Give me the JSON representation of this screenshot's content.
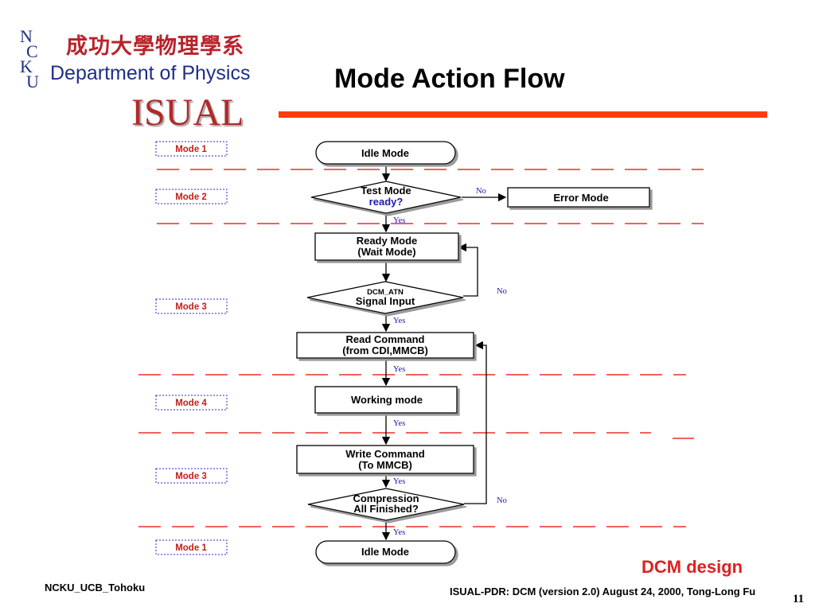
{
  "logo": {
    "university_zh": "成功大學物理學系",
    "department": "Department of Physics",
    "ncku_letters": [
      "N",
      "C",
      "K",
      "U"
    ],
    "project": "ISUAL"
  },
  "title": "Mode Action Flow",
  "mode_labels": [
    "Mode 1",
    "Mode 2",
    "Mode 3",
    "Mode 4",
    "Mode 3",
    "Mode 1"
  ],
  "nodes": {
    "idle_top": "Idle Mode",
    "test_mode_line1": "Test Mode",
    "test_mode_line2": "ready?",
    "error_mode": "Error Mode",
    "ready_line1": "Ready Mode",
    "ready_line2": "(Wait Mode)",
    "signal_line1": "DCM_ATN",
    "signal_line2": "Signal Input",
    "read_line1": "Read Command",
    "read_line2": "(from CDI,MMCB)",
    "working": "Working mode",
    "write_line1": "Write Command",
    "write_line2": "(To MMCB)",
    "comp_line1": "Compression",
    "comp_line2": "All Finished?",
    "idle_bottom": "Idle Mode"
  },
  "edge_labels": {
    "yes": "Yes",
    "no": "No"
  },
  "colors": {
    "accent_red": "#ff3c10",
    "dashed_red": "#e8312a",
    "label_blue": "#1a1aa6",
    "mode_box_border": "#2a2ad0",
    "mode_text": "#c0201a"
  },
  "footer": {
    "brand": "DCM design",
    "left": "NCKU_UCB_Tohoku",
    "middle": "ISUAL-PDR: DCM (version 2.0)  August 24, 2000, Tong-Long Fu",
    "page": "11"
  }
}
